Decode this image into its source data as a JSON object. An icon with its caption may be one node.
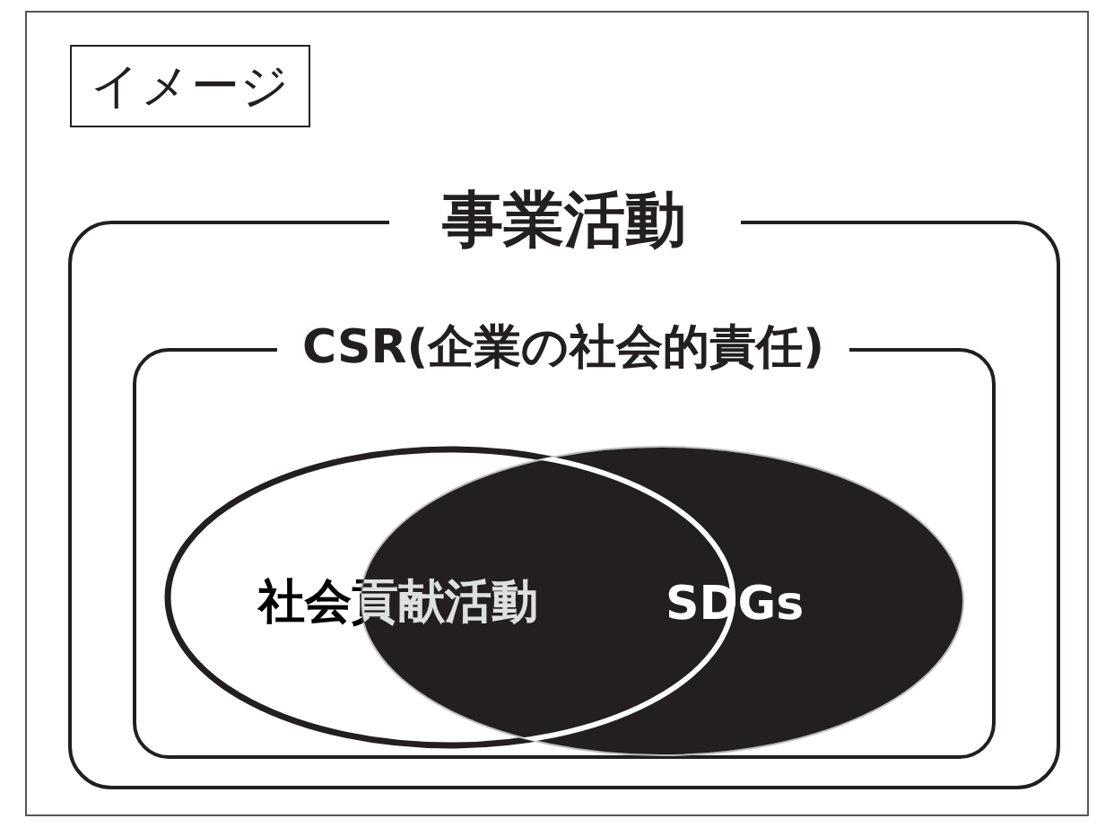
{
  "diagram": {
    "nodes": [
      {
        "text": [
          "イメージ"
        ]
      },
      {
        "text": [
          "事業活動"
        ]
      },
      {
        "text": [
          "CSR(企業の社会的責任)"
        ],
        "in": 1
      },
      {
        "text": [
          "社会貢献活動"
        ],
        "in": 2
      },
      {
        "text": [
          "SDGs"
        ],
        "in": 2
      }
    ]
  }
}
